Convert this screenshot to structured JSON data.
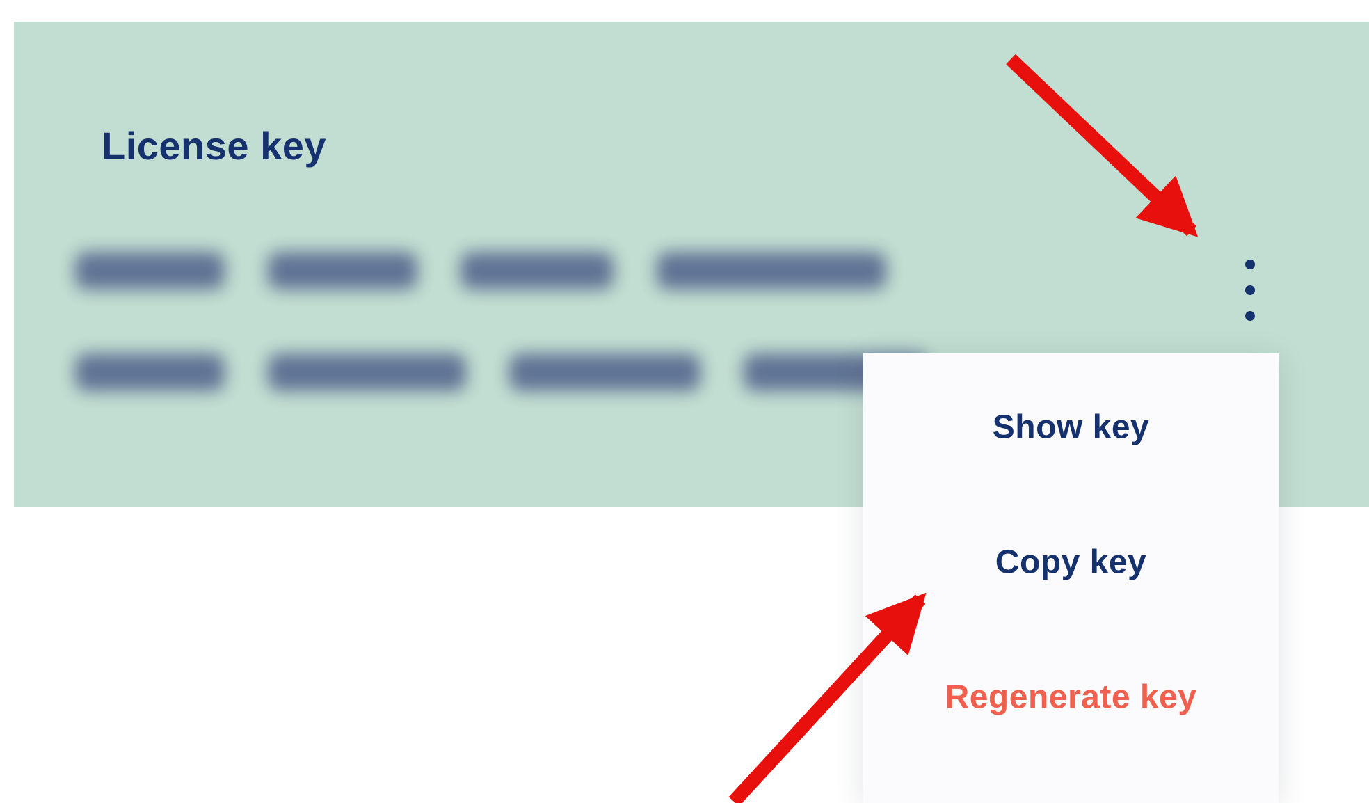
{
  "license_panel": {
    "title": "License key",
    "background_color": "#c2ddd1",
    "title_color": "#15316e",
    "key_value_hidden": true,
    "key_rows": [
      {
        "segments": 4
      },
      {
        "segments": 4
      }
    ]
  },
  "kebab_menu": {
    "icon": "vertical-ellipsis-icon",
    "color": "#15316e"
  },
  "dropdown": {
    "background_color": "#fbfbfd",
    "items": [
      {
        "label": "Show key",
        "color": "#15316e"
      },
      {
        "label": "Copy key",
        "color": "#15316e"
      },
      {
        "label": "Regenerate key",
        "color": "#ef614e"
      }
    ]
  },
  "annotations": {
    "arrow_color": "#e8100c",
    "arrows": [
      {
        "points_at": "kebab-menu-button"
      },
      {
        "points_at": "copy-key-menu-item"
      }
    ]
  }
}
